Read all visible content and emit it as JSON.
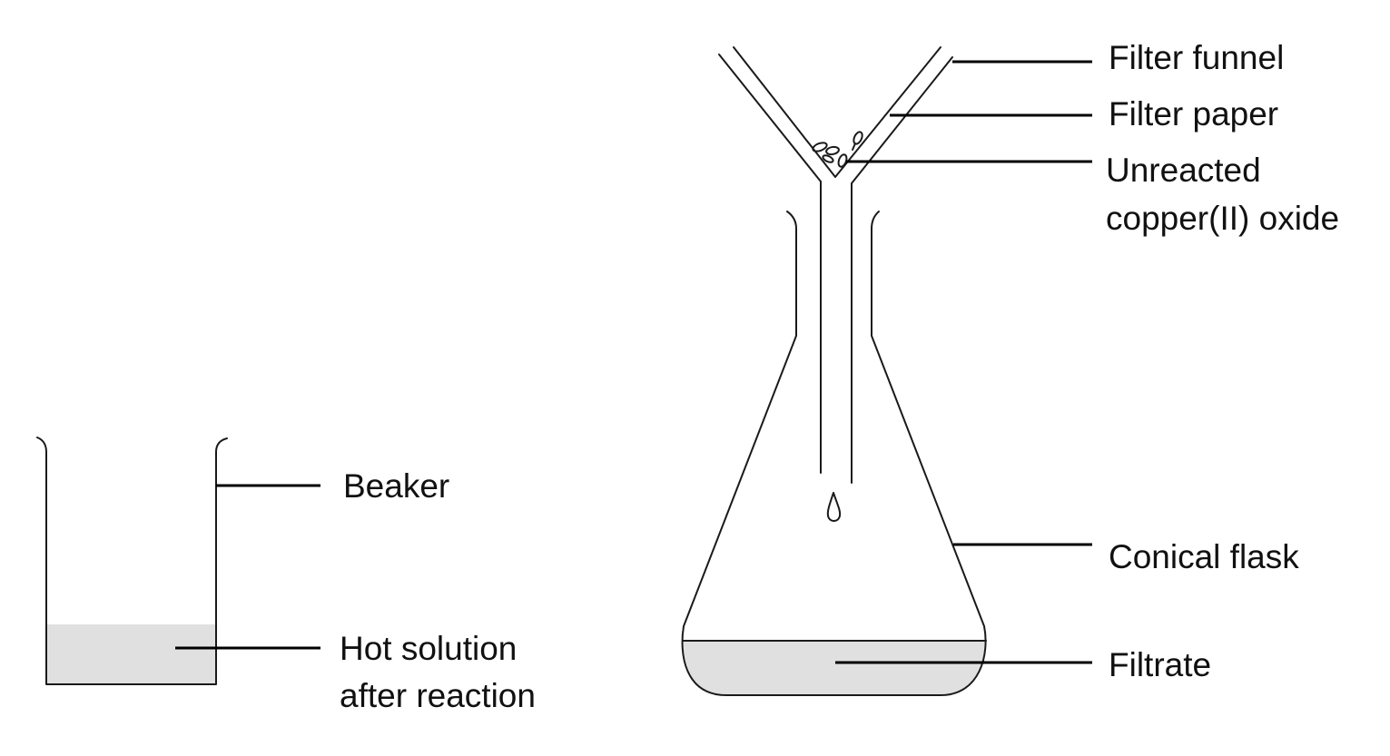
{
  "colors": {
    "liquid": "#e0e0e0",
    "ink": "#1a1a1a",
    "background": "#ffffff"
  },
  "labels": {
    "beaker": "Beaker",
    "hot_solution_line1": "Hot solution",
    "hot_solution_line2": "after reaction",
    "filter_funnel": "Filter funnel",
    "filter_paper": "Filter paper",
    "unreacted_line1": "Unreacted",
    "unreacted_line2": "copper(II) oxide",
    "conical_flask": "Conical flask",
    "filtrate": "Filtrate"
  }
}
